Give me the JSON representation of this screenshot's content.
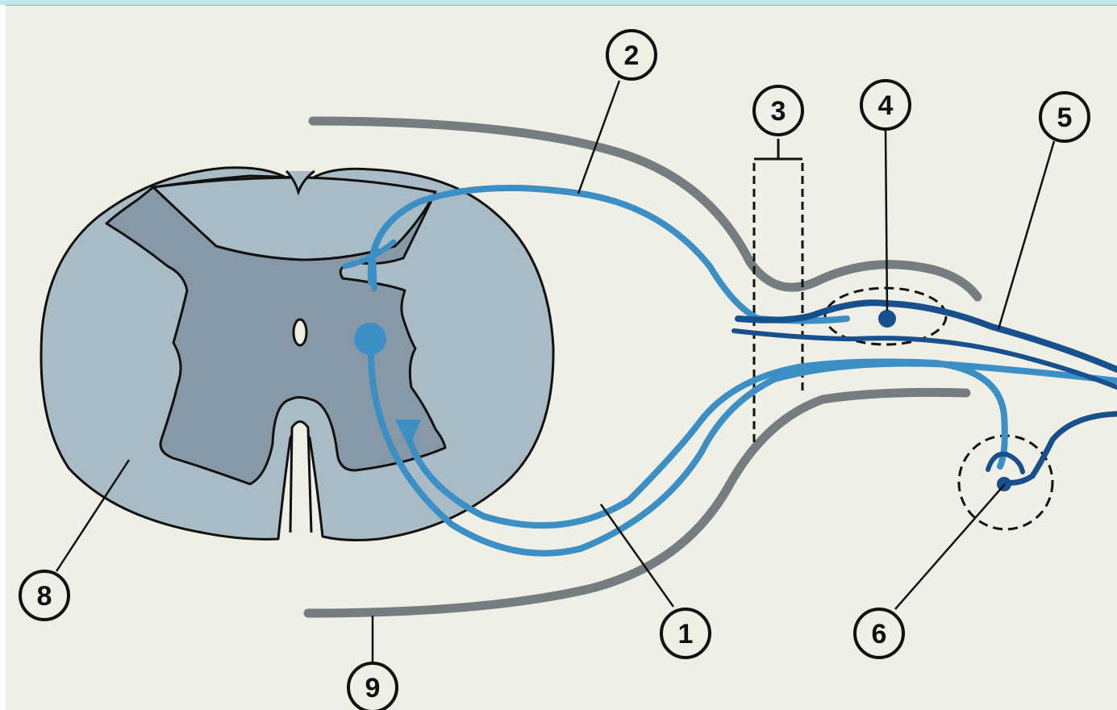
{
  "colors": {
    "background": "#f0efe6",
    "white_matter": "#a9bcc5",
    "grey_matter": "#8799a6",
    "outline": "#111111",
    "light_blue_fiber": "#3b8fc4",
    "dark_blue_fiber": "#17508c",
    "meninges_grey": "#757d80"
  },
  "labels": [
    {
      "id": "1",
      "text": "1"
    },
    {
      "id": "2",
      "text": "2"
    },
    {
      "id": "3",
      "text": "3"
    },
    {
      "id": "4",
      "text": "4"
    },
    {
      "id": "5",
      "text": "5"
    },
    {
      "id": "6",
      "text": "6"
    },
    {
      "id": "8",
      "text": "8"
    },
    {
      "id": "9",
      "text": "9"
    }
  ]
}
